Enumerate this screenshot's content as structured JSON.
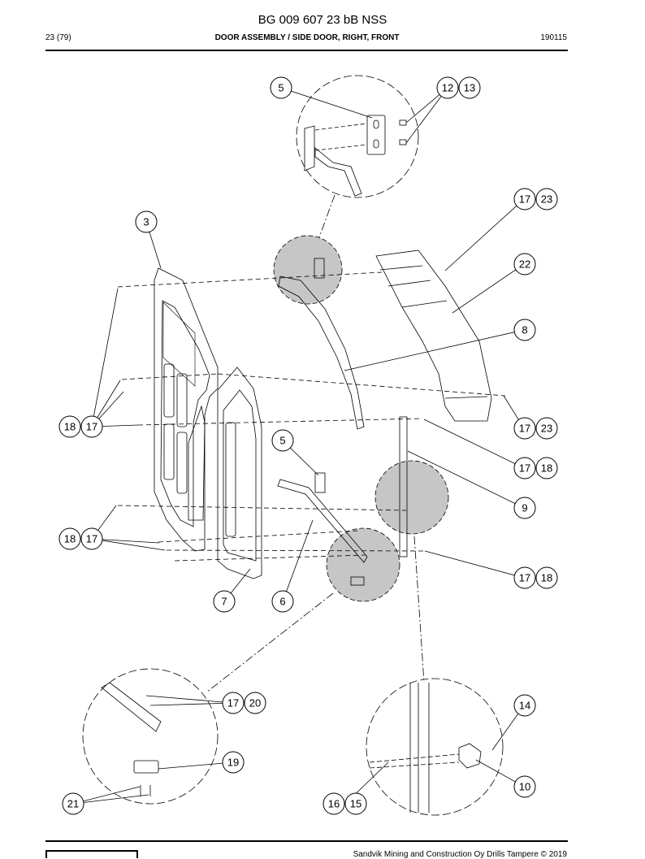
{
  "header": {
    "doc_number": "BG 009 607 23 bB NSS",
    "page": "23 (79)",
    "section": "DOOR ASSEMBLY / SIDE DOOR, RIGHT, FRONT",
    "date": "190115"
  },
  "callouts": [
    {
      "id": "c5a",
      "label": "5"
    },
    {
      "id": "c12",
      "label": "12"
    },
    {
      "id": "c13",
      "label": "13"
    },
    {
      "id": "c17a",
      "label": "17"
    },
    {
      "id": "c23a",
      "label": "23"
    },
    {
      "id": "c3",
      "label": "3"
    },
    {
      "id": "c22",
      "label": "22"
    },
    {
      "id": "c8",
      "label": "8"
    },
    {
      "id": "c18a",
      "label": "18"
    },
    {
      "id": "c17b",
      "label": "17"
    },
    {
      "id": "c17c",
      "label": "17"
    },
    {
      "id": "c23b",
      "label": "23"
    },
    {
      "id": "c5b",
      "label": "5"
    },
    {
      "id": "c17d",
      "label": "17"
    },
    {
      "id": "c18b",
      "label": "18"
    },
    {
      "id": "c9",
      "label": "9"
    },
    {
      "id": "c18c",
      "label": "18"
    },
    {
      "id": "c17e",
      "label": "17"
    },
    {
      "id": "c17f",
      "label": "17"
    },
    {
      "id": "c18d",
      "label": "18"
    },
    {
      "id": "c7",
      "label": "7"
    },
    {
      "id": "c6",
      "label": "6"
    },
    {
      "id": "c17g",
      "label": "17"
    },
    {
      "id": "c20",
      "label": "20"
    },
    {
      "id": "c14",
      "label": "14"
    },
    {
      "id": "c19",
      "label": "19"
    },
    {
      "id": "c10",
      "label": "10"
    },
    {
      "id": "c21",
      "label": "21"
    },
    {
      "id": "c16",
      "label": "16"
    },
    {
      "id": "c15",
      "label": "15"
    }
  ],
  "footer": {
    "copyright": "Sandvik Mining and Construction Oy Drills Tampere © 2019"
  }
}
